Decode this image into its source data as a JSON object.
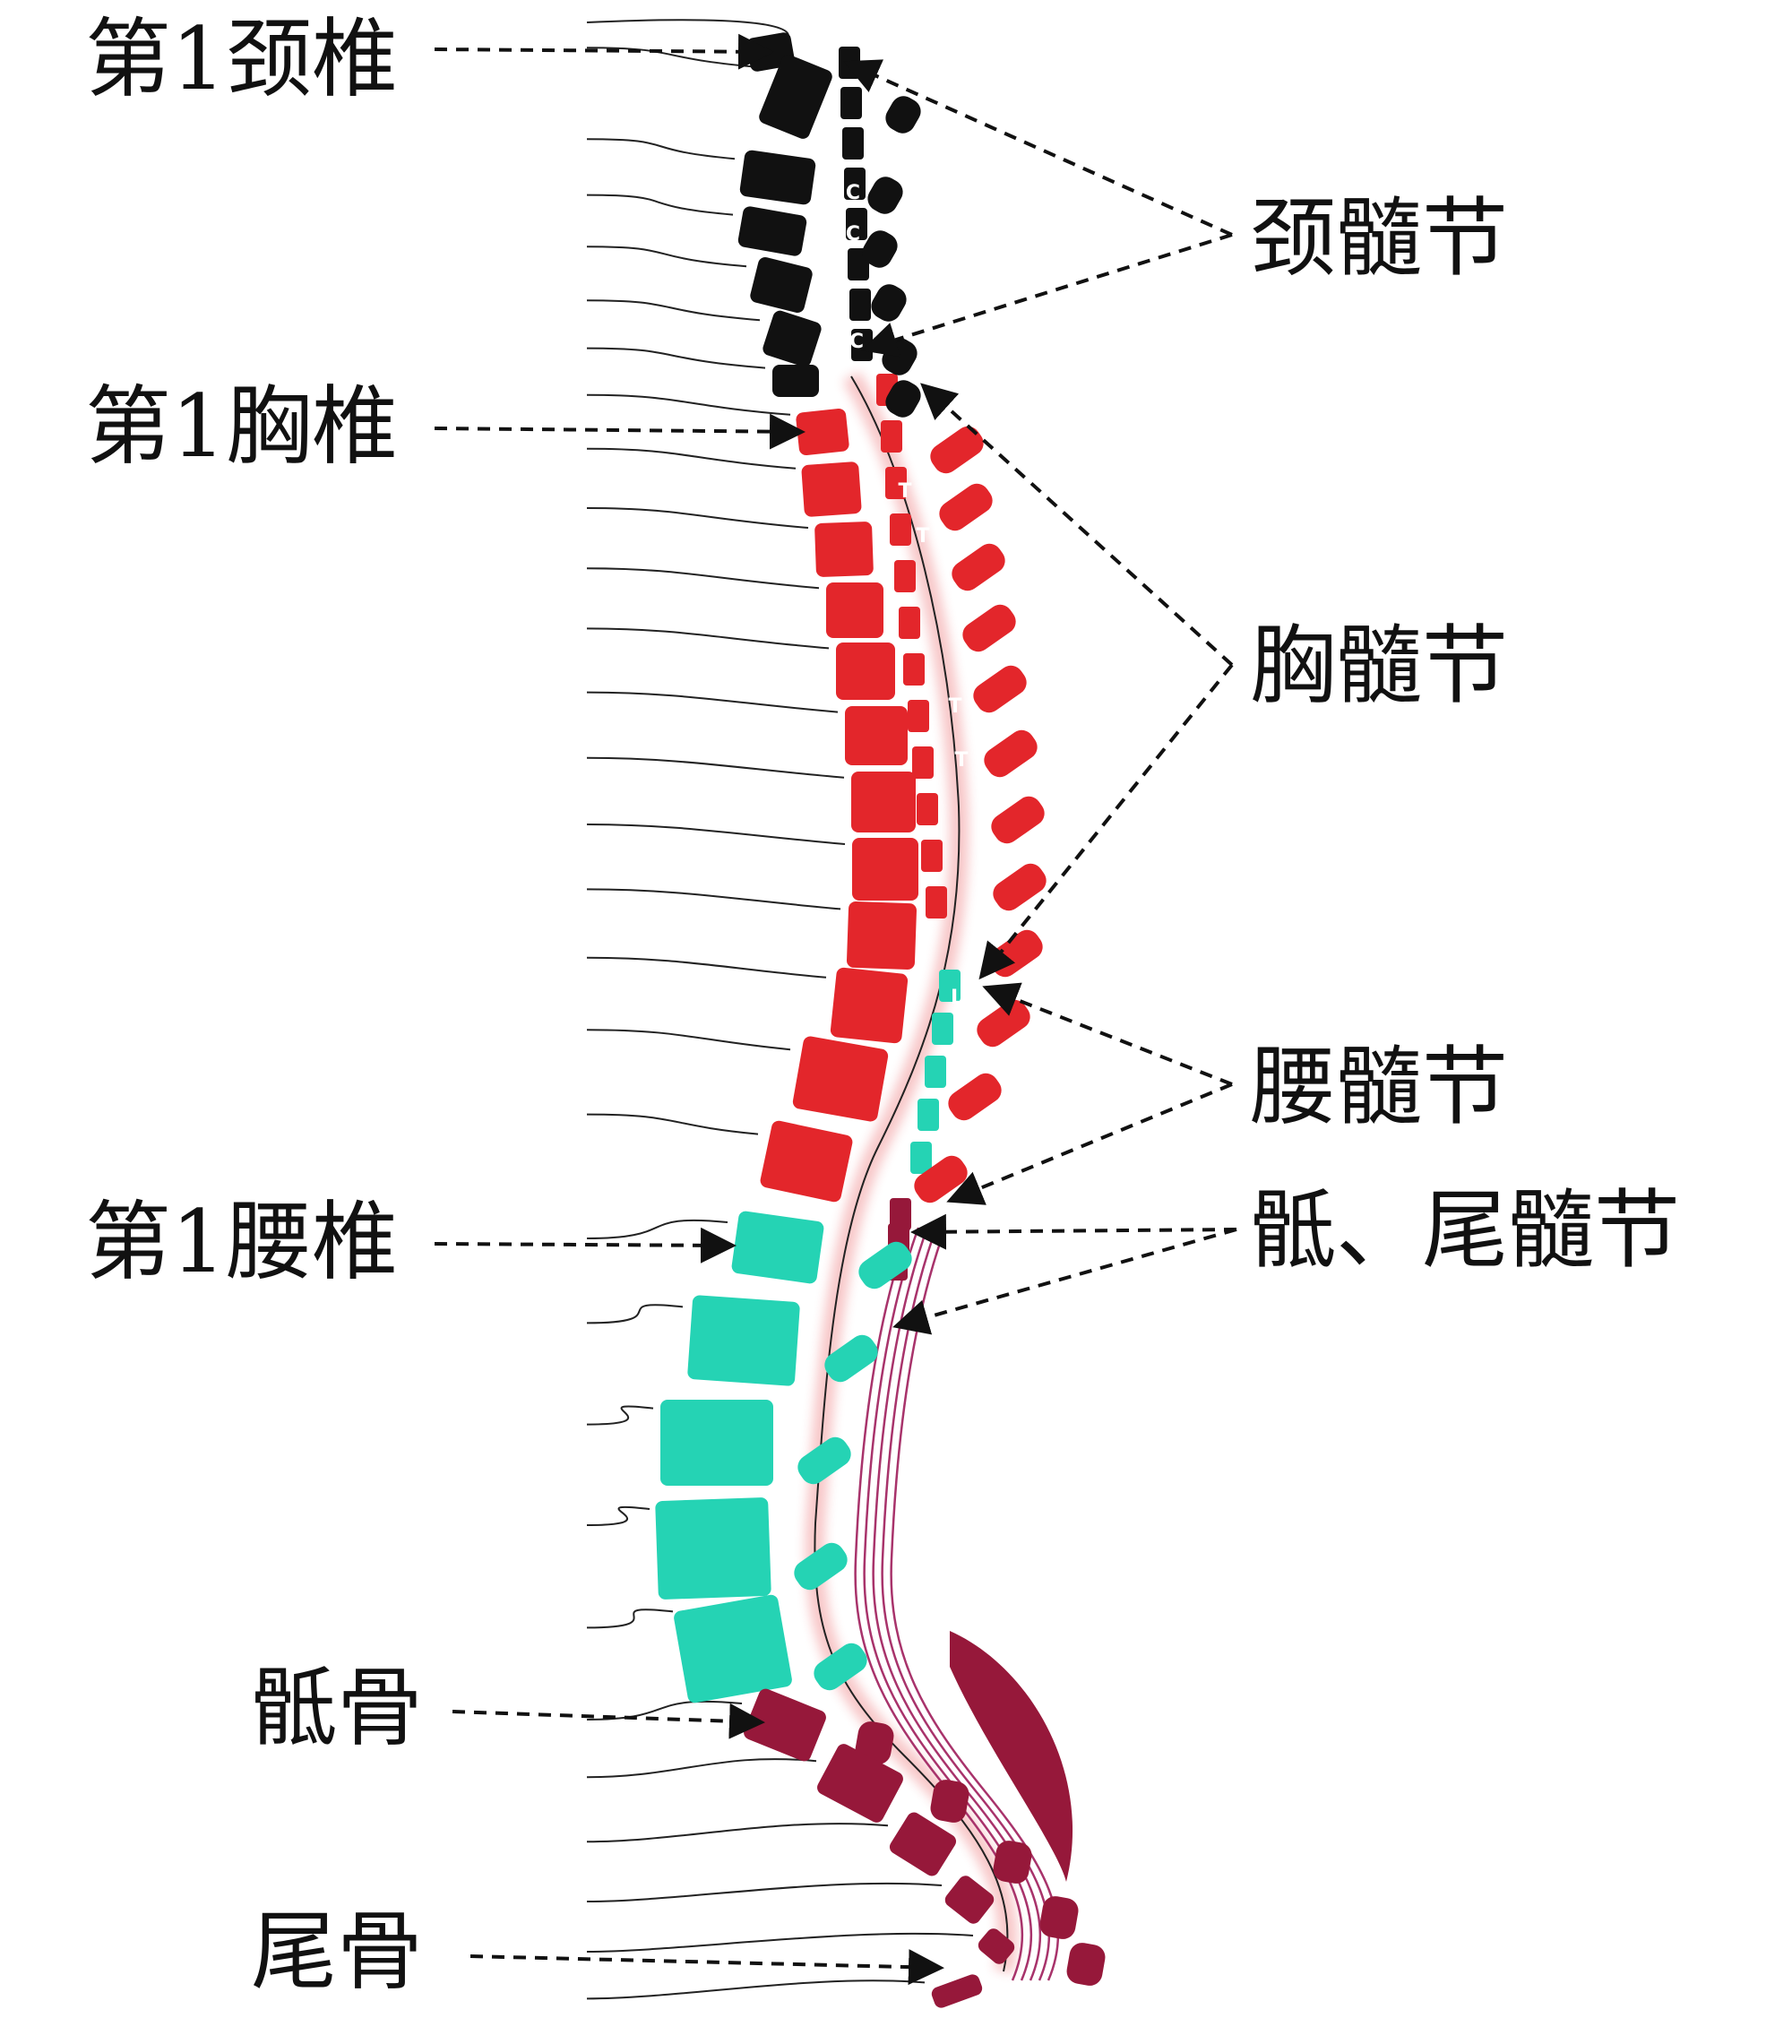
{
  "labels": {
    "c1_vertebra": "第1颈椎",
    "t1_vertebra": "第1胸椎",
    "l1_vertebra": "第1腰椎",
    "sacrum": "骶骨",
    "coccyx": "尾骨",
    "cervical_segments": "颈髓节",
    "thoracic_segments": "胸髓节",
    "lumbar_segments": "腰髓节",
    "sacral_coccygeal_segments": "骶、尾髓节"
  },
  "vertebra_marks": {
    "cervical": "C",
    "thoracic": "T",
    "lumbar": "L"
  },
  "colors": {
    "cervical": "#111111",
    "thoracic": "#e3262b",
    "lumbar": "#25d3b4",
    "sacral": "#96183a",
    "nerve_line": "#222222",
    "cord_sacral": "#a8336b"
  },
  "regions": [
    {
      "name": "cervical",
      "vertebra_count": 7
    },
    {
      "name": "thoracic",
      "vertebra_count": 12
    },
    {
      "name": "lumbar",
      "vertebra_count": 5
    },
    {
      "name": "sacral",
      "vertebra_count": 5
    },
    {
      "name": "coccygeal",
      "vertebra_count": 1
    }
  ]
}
